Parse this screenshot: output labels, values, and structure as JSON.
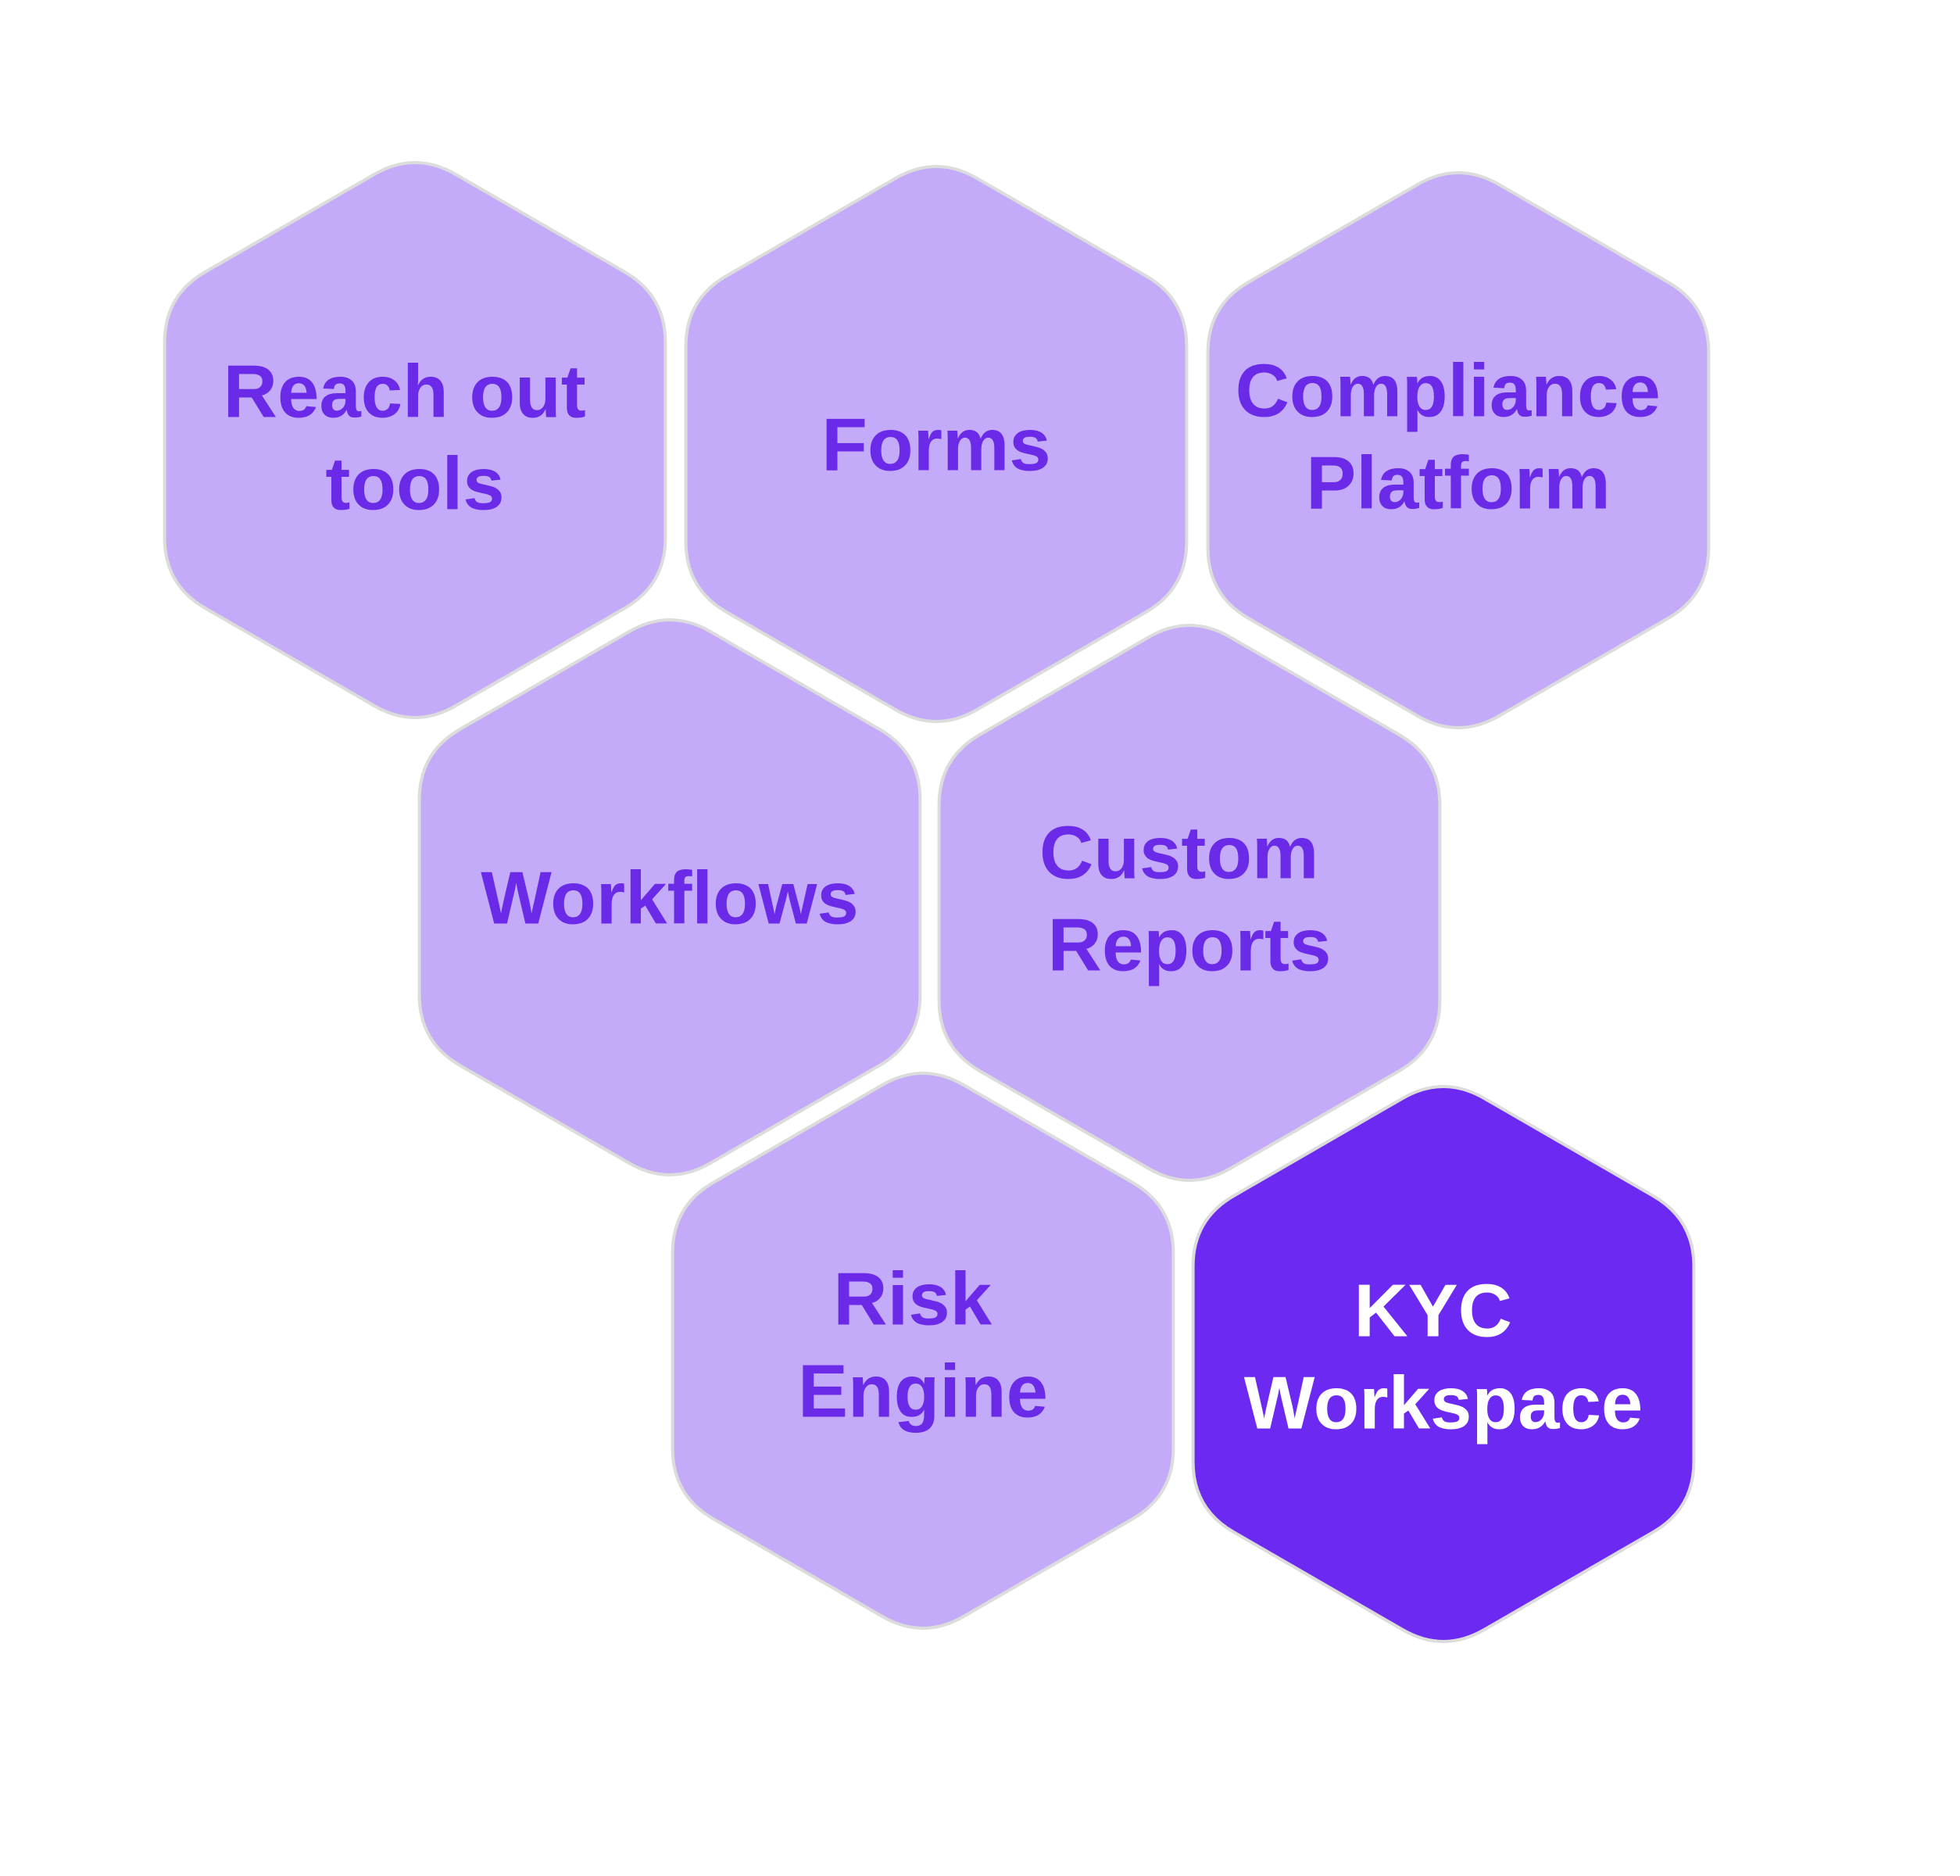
{
  "colors": {
    "light_fill": "#c4abf9",
    "dark_fill": "#6c29f1",
    "light_text": "#6a2ae8",
    "dark_text": "#ffffff"
  },
  "tiles": [
    {
      "id": "reach-out-tools",
      "lines": [
        "Reach out",
        "tools"
      ],
      "highlighted": false
    },
    {
      "id": "forms",
      "lines": [
        "Forms"
      ],
      "highlighted": false
    },
    {
      "id": "compliance-platform",
      "lines": [
        "Compliance",
        "Platform"
      ],
      "highlighted": false
    },
    {
      "id": "workflows",
      "lines": [
        "Workflows"
      ],
      "highlighted": false
    },
    {
      "id": "custom-reports",
      "lines": [
        "Custom",
        "Reports"
      ],
      "highlighted": false
    },
    {
      "id": "risk-engine",
      "lines": [
        "Risk",
        "Engine"
      ],
      "highlighted": false
    },
    {
      "id": "kyc-workspace",
      "lines": [
        "KYC",
        "Workspace"
      ],
      "highlighted": true
    }
  ]
}
